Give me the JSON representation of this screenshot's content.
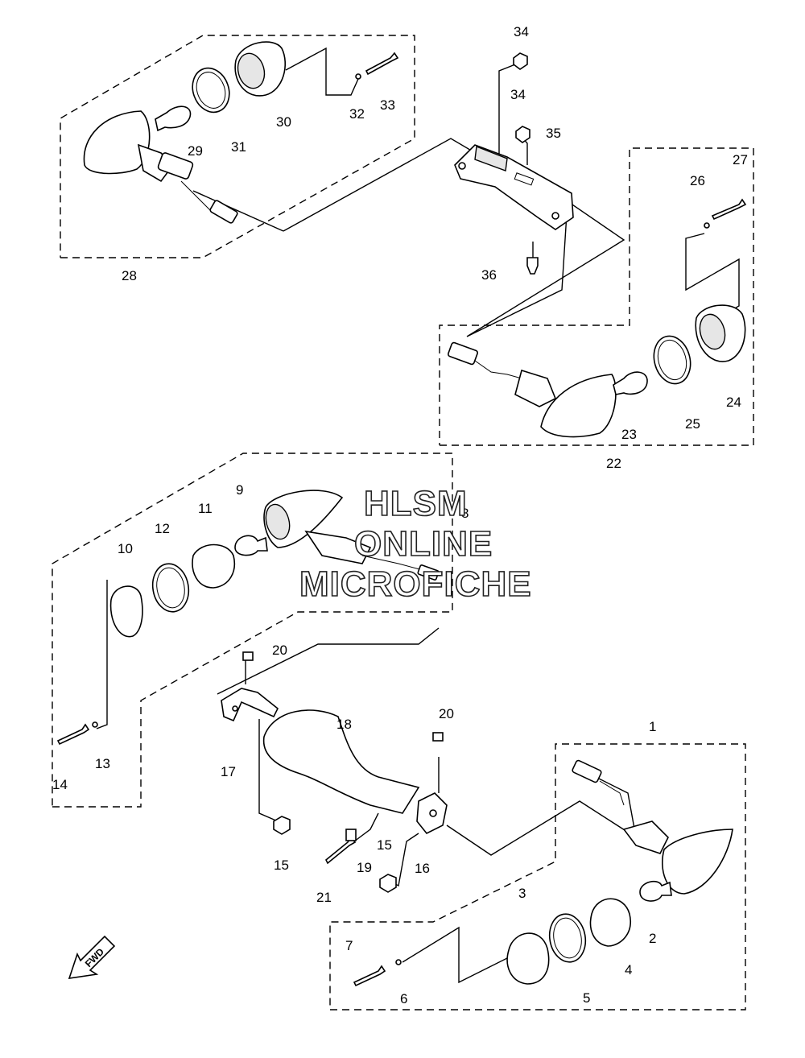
{
  "watermark": {
    "line1": "HLSM",
    "line2": "ONLINE",
    "line3": "MICROFICHE"
  },
  "direction_label": "FWD",
  "callouts": [
    "1",
    "2",
    "3",
    "4",
    "5",
    "6",
    "7",
    "8",
    "9",
    "10",
    "11",
    "12",
    "13",
    "14",
    "15",
    "15",
    "16",
    "17",
    "18",
    "19",
    "20",
    "20",
    "21",
    "22",
    "23",
    "24",
    "25",
    "26",
    "27",
    "28",
    "29",
    "30",
    "31",
    "32",
    "33",
    "34",
    "34",
    "35",
    "36"
  ]
}
